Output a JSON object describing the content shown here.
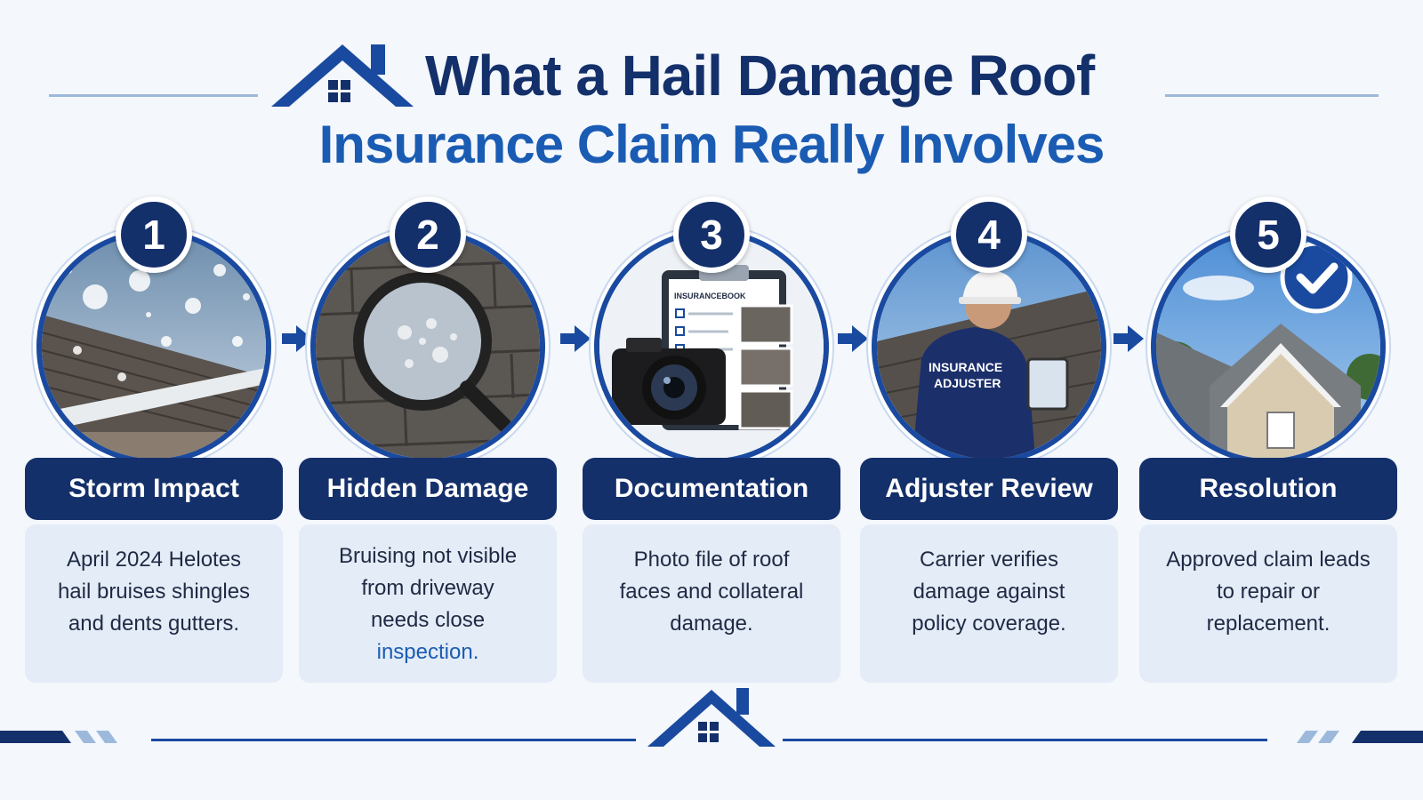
{
  "header": {
    "title_line_1": "What a Hail Damage Roof",
    "title_line_2": "Insurance Claim Really Involves",
    "logo_icon": "house-icon"
  },
  "colors": {
    "navy": "#14306b",
    "blue": "#1a5cb4",
    "ring": "#1a4aa0",
    "card": "#e4ecf7",
    "background": "#f4f7fb"
  },
  "steps": [
    {
      "number": "1",
      "title": "Storm Impact",
      "lines": [
        "April 2024 Helotes",
        "hail bruises shingles",
        "and dents gutters."
      ],
      "image_icon": "hailstorm-roof-icon"
    },
    {
      "number": "2",
      "title": "Hidden Damage",
      "lines": [
        "Bruising not visible",
        "from driveway",
        "needs close",
        "inspection."
      ],
      "image_icon": "magnifying-glass-icon"
    },
    {
      "number": "3",
      "title": "Documentation",
      "lines": [
        "Photo file of roof",
        "faces and collateral",
        "damage."
      ],
      "image_icon": "camera-clipboard-icon",
      "clipboard_text": "INSURANCEBOOK"
    },
    {
      "number": "4",
      "title": "Adjuster Review",
      "lines": [
        "Carrier verifies",
        "damage against",
        "policy coverage."
      ],
      "image_icon": "insurance-adjuster-icon",
      "jacket_text_1": "INSURANCE",
      "jacket_text_2": "ADJUSTER"
    },
    {
      "number": "5",
      "title": "Resolution",
      "lines": [
        "Approved claim leads",
        "to repair or",
        "replacement."
      ],
      "image_icon": "checkmark-house-icon"
    }
  ],
  "arrow_icon": "arrow-right-icon",
  "footer": {
    "logo_icon": "house-icon"
  }
}
